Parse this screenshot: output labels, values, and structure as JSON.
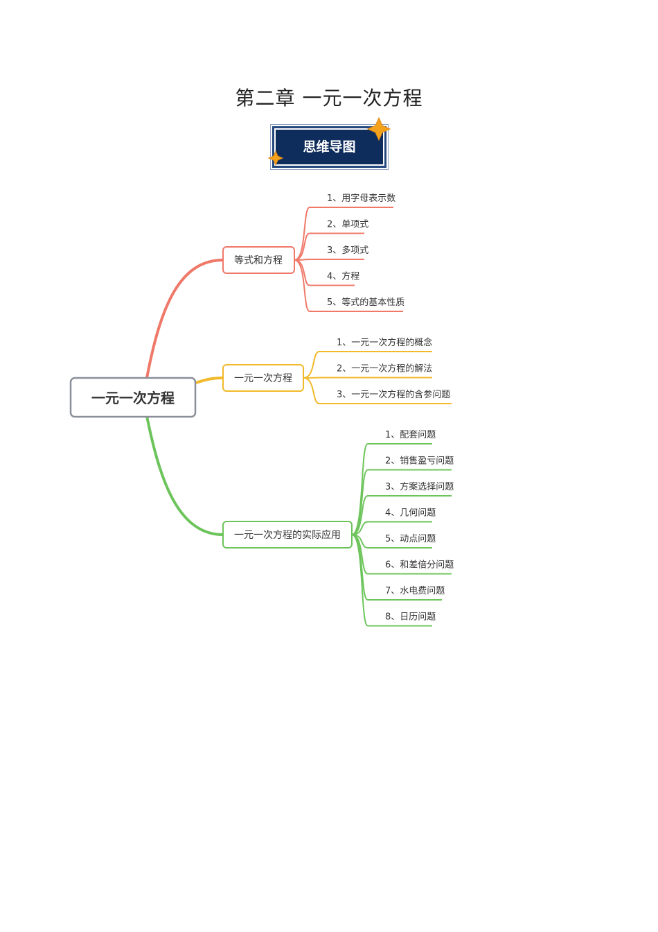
{
  "title": "第二章  一元一次方程",
  "banner": "思维导图",
  "root": "一元一次方程",
  "branches": [
    {
      "label": "等式和方程",
      "color": "#ef7868",
      "items": [
        "1、用字母表示数",
        "2、单项式",
        "3、多项式",
        "4、方程",
        "5、等式的基本性质"
      ]
    },
    {
      "label": "一元一次方程",
      "color": "#f2b92a",
      "items": [
        "1、一元一次方程的概念",
        "2、一元一次方程的解法",
        "3、一元一次方程的含参问题"
      ]
    },
    {
      "label": "一元一次方程的实际应用",
      "color": "#6cc45a",
      "items": [
        "1、配套问题",
        "2、销售盈亏问题",
        "3、方案选择问题",
        "4、几何问题",
        "5、动点问题",
        "6、和差倍分问题",
        "7、水电费问题",
        "8、日历问题"
      ]
    }
  ]
}
